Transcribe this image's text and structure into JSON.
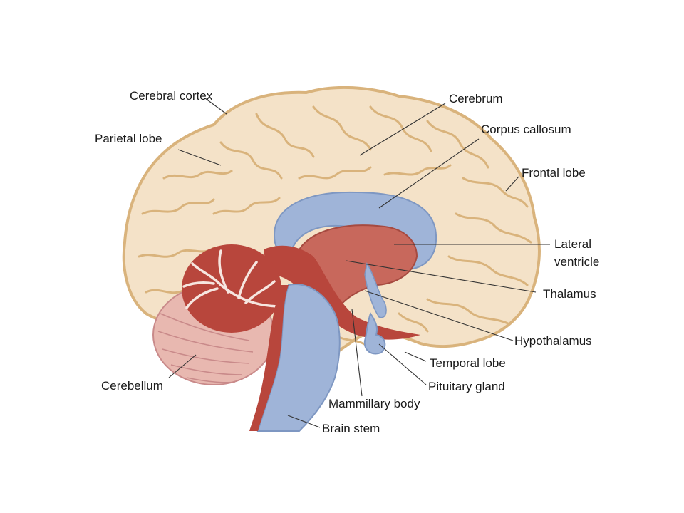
{
  "colors": {
    "cortex": "#f4e2c8",
    "cortex_outline": "#d9b37c",
    "ventricle_blue": "#9fb4d8",
    "tissue_red": "#b8463c",
    "thalamus_red": "#c8685c",
    "cerebellum_pink": "#e8b8b0"
  },
  "labels": [
    {
      "id": "cerebral-cortex",
      "text": "Cerebral cortex"
    },
    {
      "id": "parietal-lobe",
      "text": "Parietal lobe"
    },
    {
      "id": "cerebrum",
      "text": "Cerebrum"
    },
    {
      "id": "corpus-callosum",
      "text": "Corpus callosum"
    },
    {
      "id": "frontal-lobe",
      "text": "Frontal lobe"
    },
    {
      "id": "lateral-ventricle-1",
      "text": "Lateral"
    },
    {
      "id": "lateral-ventricle-2",
      "text": "ventricle"
    },
    {
      "id": "thalamus",
      "text": "Thalamus"
    },
    {
      "id": "hypothalamus",
      "text": "Hypothalamus"
    },
    {
      "id": "temporal-lobe",
      "text": "Temporal lobe"
    },
    {
      "id": "pituitary-gland",
      "text": "Pituitary gland"
    },
    {
      "id": "mammillary-body",
      "text": "Mammillary body"
    },
    {
      "id": "brain-stem",
      "text": "Brain stem"
    },
    {
      "id": "cerebellum",
      "text": "Cerebellum"
    }
  ]
}
